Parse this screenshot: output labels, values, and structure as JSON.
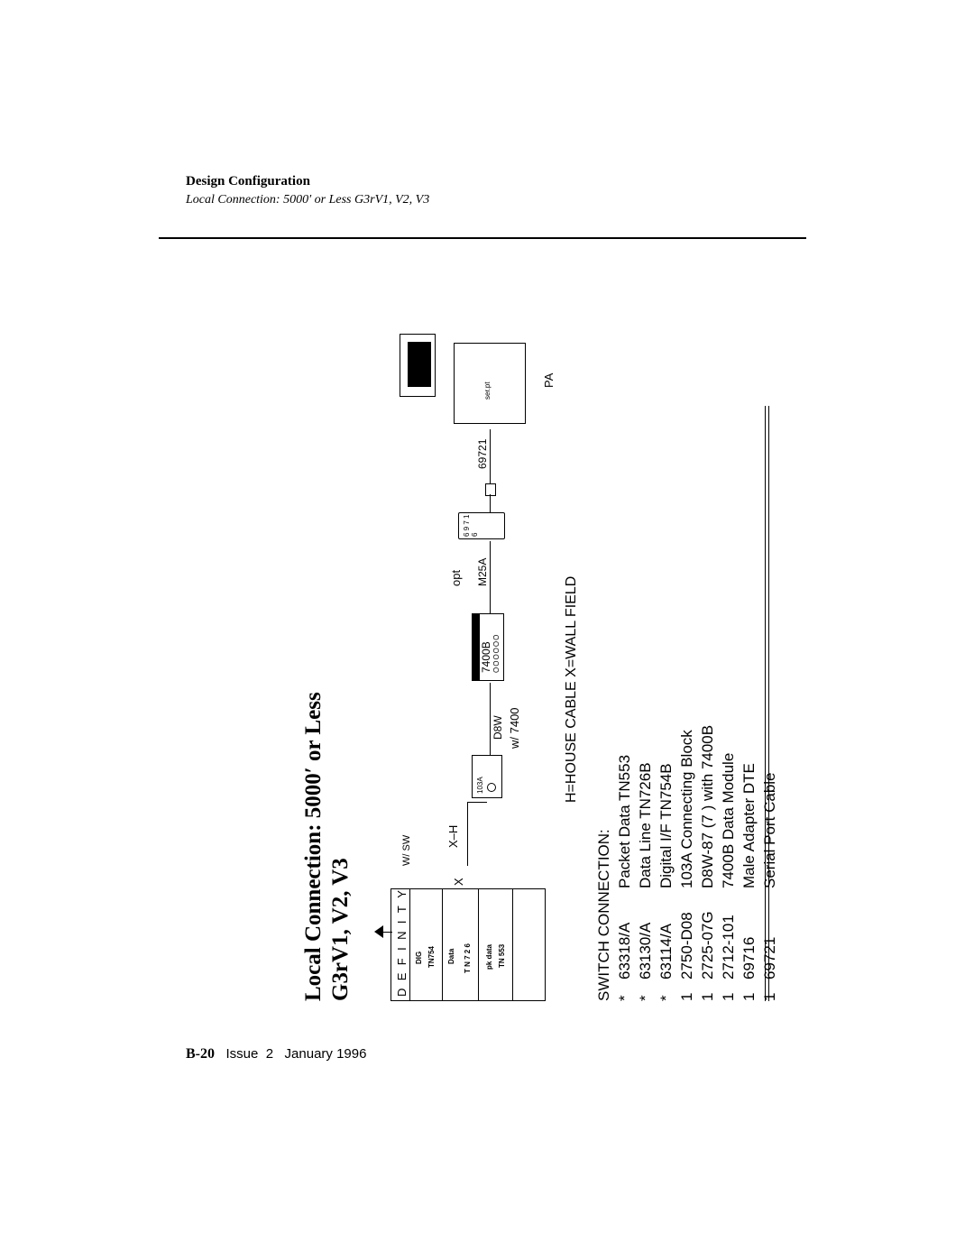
{
  "header": {
    "section": "Design Configuration",
    "subtitle": "Local Connection: 5000′ or Less G3rV1, V2, V3"
  },
  "footer": {
    "page": "B-20",
    "issue": "Issue  2   January 1996"
  },
  "diagram": {
    "title_line1": "Local Connection: 5000′ or Less",
    "title_line2": "G3rV1, V2, V3",
    "side_letters": [
      "D",
      "E",
      "F",
      "I",
      "N",
      "I",
      "T",
      "Y"
    ],
    "slots": {
      "slot1_a": "DIG",
      "slot1_b": "TN754",
      "slot2_a": "Data",
      "slot2_b": "T N 7 2 6",
      "slot3_a": "pk data",
      "slot3_b": "TN 553"
    },
    "labels": {
      "w_sw": "W/ SW",
      "x": "X",
      "x_h": "X–H",
      "block_103a": "103A",
      "d8w": "D8W",
      "w7400": "w/ 7400",
      "module_7400b": "7400B",
      "module_dots": "OOOOOO",
      "opt": "opt",
      "m25a": "M25A",
      "pins_top": "6 9 7 1 6",
      "cable_69721": "69721",
      "ser_pt": "ser.pt",
      "pa": "PA"
    },
    "legend": "H=HOUSE CABLE   X=WALL FIELD",
    "switch_header": "SWITCH CONNECTION:",
    "switch_items": [
      {
        "qty": "*",
        "code": "63318/A",
        "desc": "Packet Data TN553"
      },
      {
        "qty": "*",
        "code": "63130/A",
        "desc": "Data Line TN726B"
      },
      {
        "qty": "*",
        "code": "63114/A",
        "desc": "Digital I/F TN754B"
      },
      {
        "qty": "1",
        "code": "2750-D08",
        "desc": "103A Connecting Block"
      },
      {
        "qty": "1",
        "code": "2725-07G",
        "desc": "D8W-87 (7 ) with 7400B"
      },
      {
        "qty": "1",
        "code": "2712-101",
        "desc": "7400B Data Module"
      },
      {
        "qty": "1",
        "code": "69716",
        "desc": "Male Adapter DTE"
      },
      {
        "qty": "1",
        "code": "69721",
        "desc": "Serial Port Cable"
      }
    ]
  }
}
